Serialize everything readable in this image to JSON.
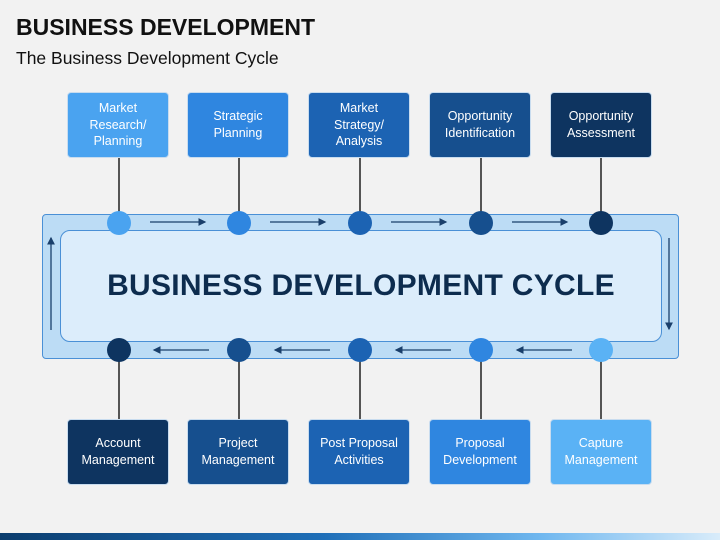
{
  "header": {
    "title": "BUSINESS DEVELOPMENT",
    "subtitle": "The Business Development Cycle"
  },
  "cycle": {
    "center_label": "BUSINESS DEVELOPMENT CYCLE",
    "top_stages": [
      {
        "label": "Market\nResearch/\nPlanning",
        "color": "#4aa3f0"
      },
      {
        "label": "Strategic\nPlanning",
        "color": "#2f86e0"
      },
      {
        "label": "Market\nStrategy/\nAnalysis",
        "color": "#1c63b3"
      },
      {
        "label": "Opportunity\nIdentification",
        "color": "#164f8e"
      },
      {
        "label": "Opportunity\nAssessment",
        "color": "#0e3460"
      }
    ],
    "bottom_stages": [
      {
        "label": "Account\nManagement",
        "color": "#0e3460"
      },
      {
        "label": "Project\nManagement",
        "color": "#164f8e"
      },
      {
        "label": "Post Proposal\nActivities",
        "color": "#1c63b3"
      },
      {
        "label": "Proposal\nDevelopment",
        "color": "#2f86e0"
      },
      {
        "label": "Capture\nManagement",
        "color": "#5ab2f5"
      }
    ],
    "flow": "clockwise"
  }
}
